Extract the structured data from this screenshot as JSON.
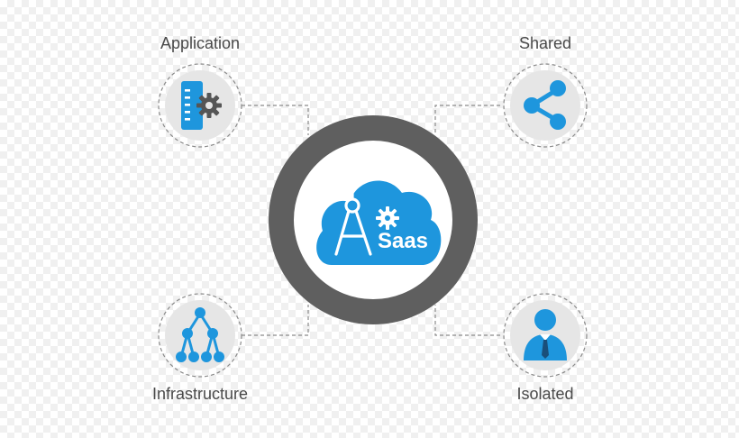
{
  "center": {
    "cloud_text": "Saas",
    "ring_color": "#5f5f5f",
    "cloud_color": "#1e96dd"
  },
  "nodes": [
    {
      "id": "application",
      "label": "Application",
      "icon": "app-settings-icon"
    },
    {
      "id": "shared",
      "label": "Shared",
      "icon": "share-icon"
    },
    {
      "id": "infrastructure",
      "label": "Infrastructure",
      "icon": "hierarchy-icon"
    },
    {
      "id": "isolated",
      "label": "Isolated",
      "icon": "user-icon"
    }
  ],
  "colors": {
    "icon_blue": "#1e96dd",
    "node_fill": "#e6e6e6",
    "dashed_line": "#8a8a8a",
    "label_text": "#4a4a4a"
  }
}
